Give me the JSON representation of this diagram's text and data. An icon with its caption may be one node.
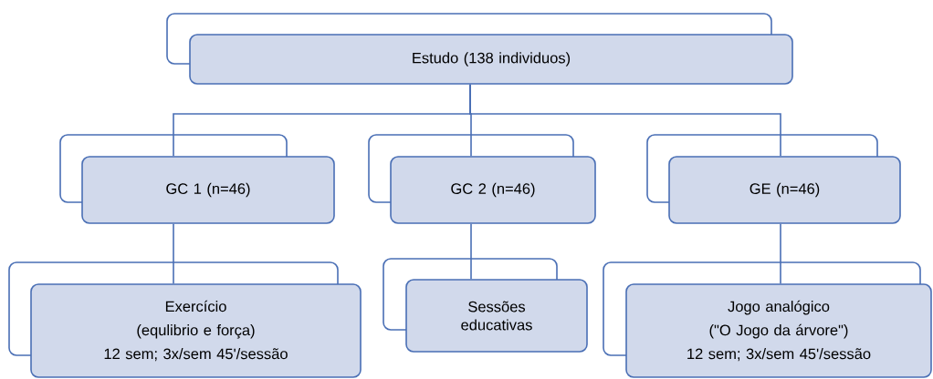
{
  "diagram": {
    "nodes": [
      {
        "text": [
          "Estudo  (138 individuos)"
        ]
      },
      {
        "text": [
          "GC 1 (n=46)"
        ]
      },
      {
        "text": [
          "GC 2 (n=46)"
        ]
      },
      {
        "text": [
          "GE (n=46)"
        ]
      },
      {
        "text": [
          "Exercício",
          "(equlibrio e força)",
          "12 sem; 3x/sem 45'/sessão"
        ]
      },
      {
        "text": [
          "Sessões educativas"
        ]
      },
      {
        "text": [
          "Jogo analógico",
          "(\"O Jogo da árvore\")",
          "12 sem; 3x/sem 45'/sessão"
        ]
      }
    ],
    "edges": [
      {
        "from": 0,
        "to": 1,
        "arrow": "none"
      },
      {
        "from": 0,
        "to": 2,
        "arrow": "none"
      },
      {
        "from": 0,
        "to": 3,
        "arrow": "none"
      },
      {
        "from": 1,
        "to": 4,
        "arrow": "none"
      },
      {
        "from": 2,
        "to": 5,
        "arrow": "none"
      },
      {
        "from": 3,
        "to": 6,
        "arrow": "none"
      }
    ]
  }
}
